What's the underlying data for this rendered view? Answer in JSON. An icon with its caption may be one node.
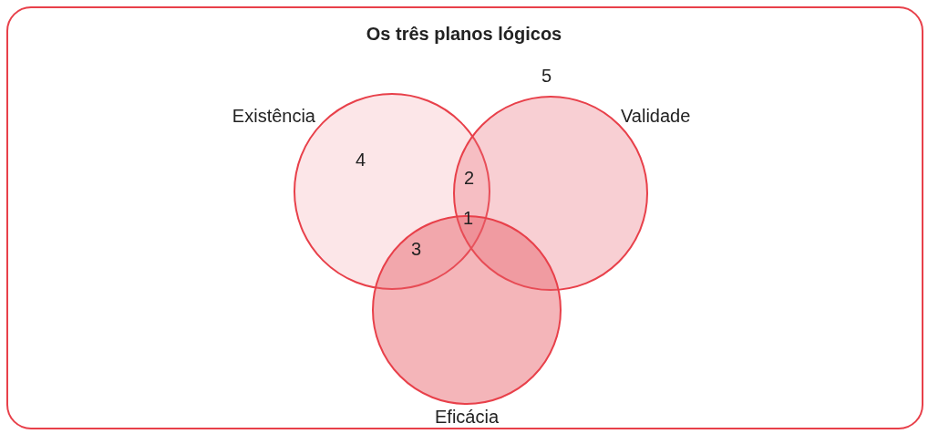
{
  "diagram": {
    "title": "Os três planos lógicos",
    "nodes": [
      {
        "text": [
          "Existência"
        ]
      },
      {
        "text": [
          "Validade"
        ]
      },
      {
        "text": [
          "Eficácia"
        ]
      }
    ],
    "edges": [],
    "labels": [
      "5",
      "4",
      "2",
      "1",
      "3"
    ]
  }
}
